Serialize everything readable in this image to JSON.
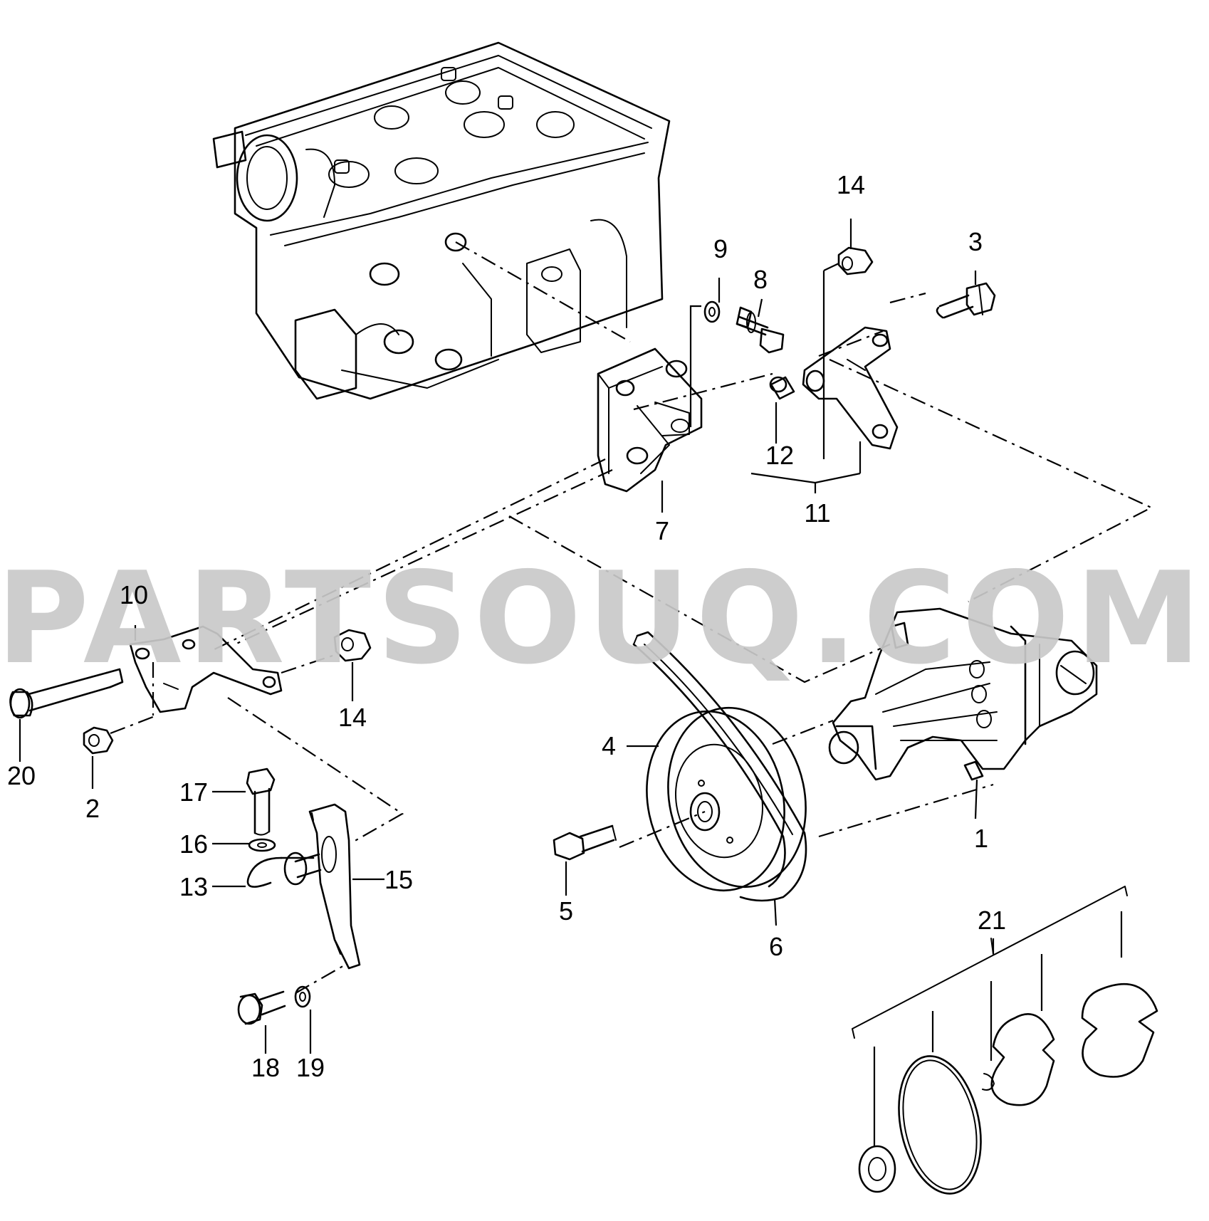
{
  "watermark": "PARTSOUQ.COM",
  "callouts": [
    "1",
    "2",
    "3",
    "4",
    "5",
    "6",
    "7",
    "8",
    "9",
    "10",
    "11",
    "12",
    "13",
    "14",
    "14",
    "15",
    "16",
    "17",
    "18",
    "19",
    "20",
    "21"
  ]
}
